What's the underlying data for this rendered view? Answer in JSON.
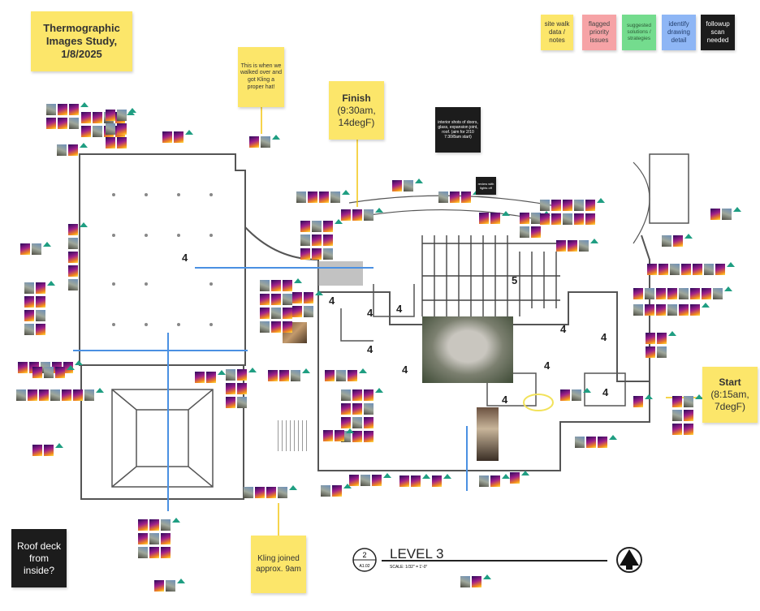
{
  "title_note": "Thermographic Images Study, 1/8/2025",
  "legend": [
    {
      "label": "site walk data / notes",
      "color": "#fce66a"
    },
    {
      "label": "flagged priority issues",
      "color": "#f6a3a6"
    },
    {
      "label": "suggested solutions / strategies",
      "color": "#74dc8e"
    },
    {
      "label": "identify drawing detail",
      "color": "#8eb6f5"
    },
    {
      "label": "followup scan needed",
      "color": "#1c1c1c"
    }
  ],
  "notes": {
    "hat": "This is when we walked over and got Kling a proper hat!",
    "finish_title": "Finish",
    "finish_detail": "(9:30am, 14degF)",
    "interior": "interior shots of doors, glass, expansion joint, roof. (aim for 2/10 7:30/8am start)",
    "review": "review with lights off",
    "start_title": "Start",
    "start_detail": "(8:15am, 7degF)",
    "kling": "Kling joined approx. 9am",
    "roof_deck": "Roof deck from inside?"
  },
  "drawing": {
    "level_label": "LEVEL 3",
    "detail_number": "2",
    "sheet": "A1.02",
    "scale": "SCALE: 1/32\" = 1'-0\"",
    "room_number": "4",
    "room_number_5": "5"
  }
}
